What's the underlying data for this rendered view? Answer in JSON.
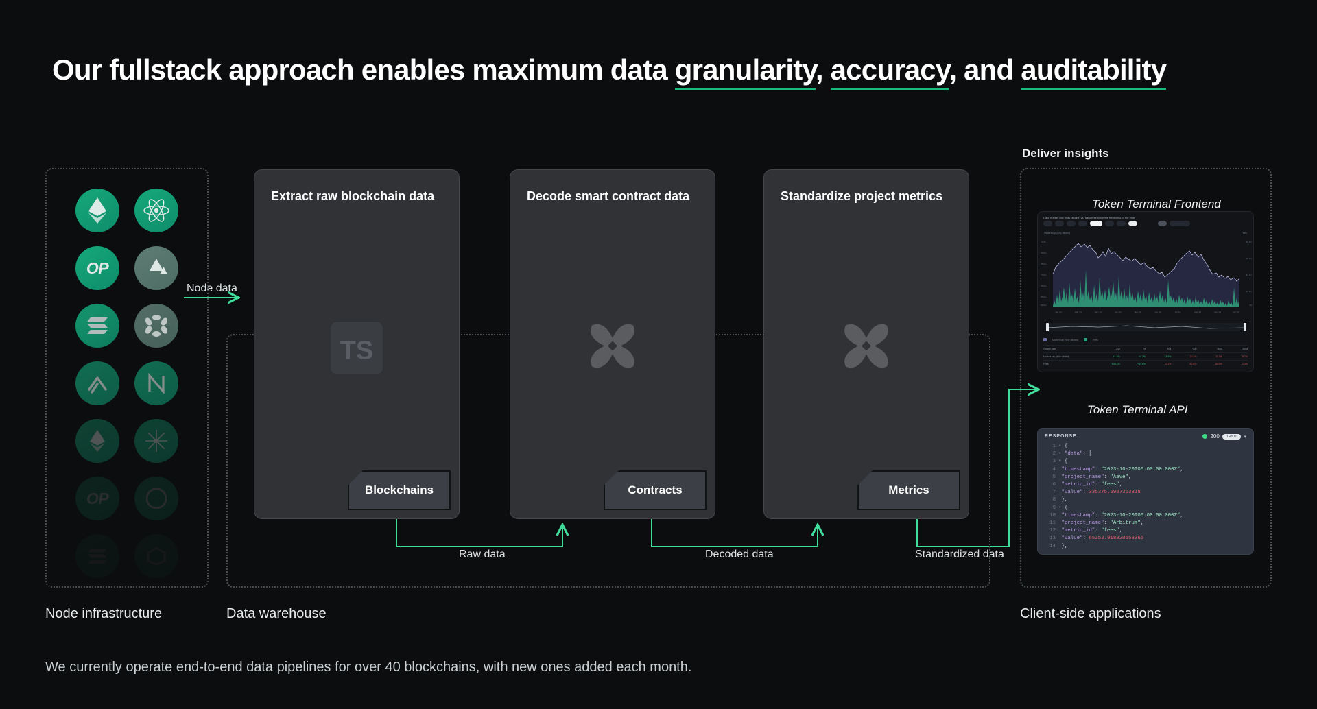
{
  "headline": {
    "before": "Our fullstack approach enables maximum data ",
    "u1": "granularity",
    "mid1": ", ",
    "u2": "accuracy",
    "mid2": ", and ",
    "u3": "auditability"
  },
  "groups": {
    "node_infrastructure": "Node infrastructure",
    "data_warehouse": "Data warehouse",
    "client_side": "Client-side applications",
    "deliver_insights": "Deliver insights"
  },
  "node_chips": [
    {
      "name": "ethereum-icon",
      "label": "Ethereum"
    },
    {
      "name": "cosmos-icon",
      "label": "Cosmos"
    },
    {
      "name": "optimism-icon",
      "label": "OP"
    },
    {
      "name": "avalanche-icon",
      "label": "Avalanche"
    },
    {
      "name": "solana-icon",
      "label": "Solana"
    },
    {
      "name": "polkadot-icon",
      "label": "Polkadot"
    },
    {
      "name": "arbitrum-icon",
      "label": "Arbitrum"
    },
    {
      "name": "near-icon",
      "label": "NEAR"
    },
    {
      "name": "ethereum-pow-icon",
      "label": "Ethereum PoW"
    },
    {
      "name": "starknet-icon",
      "label": "Starknet"
    },
    {
      "name": "optimism-faded-icon",
      "label": "OP"
    },
    {
      "name": "solana-faded-icon",
      "label": "Solana"
    },
    {
      "name": "base-icon",
      "label": "Base"
    },
    {
      "name": "polygon-icon",
      "label": "Polygon"
    }
  ],
  "cards": [
    {
      "title": "Extract raw blockchain data",
      "logo": "typescript-logo",
      "tag": "Blockchains"
    },
    {
      "title": "Decode smart contract data",
      "logo": "dbt-logo",
      "tag": "Contracts"
    },
    {
      "title": "Standardize project metrics",
      "logo": "dbt-logo",
      "tag": "Metrics"
    }
  ],
  "wires": {
    "node_data": "Node data",
    "raw_data": "Raw data",
    "decoded_data": "Decoded data",
    "standardized_data": "Standardized data"
  },
  "panels": {
    "frontend_caption": "Token Terminal Frontend",
    "api_caption": "Token Terminal API"
  },
  "frontend_shot": {
    "title": "Daily market cap (fully diluted) vs. daily fees since the beginning of the year",
    "range_pills": [
      "1D",
      "7D",
      "30D",
      "90D",
      "YTD",
      "365D",
      "MAX"
    ],
    "active_pill": "YTD",
    "compare_label": "Cumulative",
    "y_left_label": "Market cap (fully diluted)",
    "y_right_label": "Fees",
    "legend": [
      {
        "name": "Market cap (fully diluted)",
        "color": "#6d6fa8"
      },
      {
        "name": "Fees",
        "color": "#2e9e7e"
      }
    ],
    "x_ticks": [
      "Jan '23",
      "Feb '23",
      "Mar '23",
      "Apr '23",
      "May '23",
      "Jun '23",
      "Jul '23",
      "Aug '23",
      "Sep '23",
      "Oct '23"
    ],
    "table_header": [
      "Growth rate",
      "24h",
      "7d",
      "30d",
      "90d",
      "180d",
      "365d"
    ],
    "table_rows": [
      {
        "label": "Market cap (fully diluted)",
        "cells": [
          "+1.4%",
          "+1.2%",
          "+2.4%",
          "-20.1%",
          "-11.3%",
          "-9.7%"
        ]
      },
      {
        "label": "Fees",
        "cells": [
          "+144.4%",
          "+87.6%",
          "-2.1%",
          "-42.5%",
          "-63.6%",
          "-2.3%"
        ]
      }
    ]
  },
  "api_shot": {
    "response_label": "RESPONSE",
    "status_code": "200",
    "try_it": "TRY IT",
    "lines": [
      {
        "no": "1",
        "fold": true,
        "parts": [
          [
            "p",
            "{"
          ]
        ]
      },
      {
        "no": "2",
        "fold": true,
        "parts": [
          [
            "p",
            "  "
          ],
          [
            "k",
            "\"data\""
          ],
          [
            "p",
            ": ["
          ]
        ]
      },
      {
        "no": "3",
        "fold": true,
        "parts": [
          [
            "p",
            "    {"
          ]
        ]
      },
      {
        "no": "4",
        "fold": false,
        "parts": [
          [
            "p",
            "      "
          ],
          [
            "k",
            "\"timestamp\""
          ],
          [
            "p",
            ": "
          ],
          [
            "s",
            "\"2023-10-20T00:00:00.000Z\""
          ],
          [
            "p",
            ","
          ]
        ]
      },
      {
        "no": "5",
        "fold": false,
        "parts": [
          [
            "p",
            "      "
          ],
          [
            "k",
            "\"project_name\""
          ],
          [
            "p",
            ": "
          ],
          [
            "s",
            "\"Aave\""
          ],
          [
            "p",
            ","
          ]
        ]
      },
      {
        "no": "6",
        "fold": false,
        "parts": [
          [
            "p",
            "      "
          ],
          [
            "k",
            "\"metric_id\""
          ],
          [
            "p",
            ": "
          ],
          [
            "s",
            "\"fees\""
          ],
          [
            "p",
            ","
          ]
        ]
      },
      {
        "no": "7",
        "fold": false,
        "parts": [
          [
            "p",
            "      "
          ],
          [
            "k",
            "\"value\""
          ],
          [
            "p",
            ": "
          ],
          [
            "n",
            "335375.5987363318"
          ]
        ]
      },
      {
        "no": "8",
        "fold": false,
        "parts": [
          [
            "p",
            "    },"
          ]
        ]
      },
      {
        "no": "9",
        "fold": true,
        "parts": [
          [
            "p",
            "    {"
          ]
        ]
      },
      {
        "no": "10",
        "fold": false,
        "parts": [
          [
            "p",
            "      "
          ],
          [
            "k",
            "\"timestamp\""
          ],
          [
            "p",
            ": "
          ],
          [
            "s",
            "\"2023-10-20T00:00:00.000Z\""
          ],
          [
            "p",
            ","
          ]
        ]
      },
      {
        "no": "11",
        "fold": false,
        "parts": [
          [
            "p",
            "      "
          ],
          [
            "k",
            "\"project_name\""
          ],
          [
            "p",
            ": "
          ],
          [
            "s",
            "\"Arbitrum\""
          ],
          [
            "p",
            ","
          ]
        ]
      },
      {
        "no": "12",
        "fold": false,
        "parts": [
          [
            "p",
            "      "
          ],
          [
            "k",
            "\"metric_id\""
          ],
          [
            "p",
            ": "
          ],
          [
            "s",
            "\"fees\""
          ],
          [
            "p",
            ","
          ]
        ]
      },
      {
        "no": "13",
        "fold": false,
        "parts": [
          [
            "p",
            "      "
          ],
          [
            "k",
            "\"value\""
          ],
          [
            "p",
            ": "
          ],
          [
            "n",
            "65352.918820553365"
          ]
        ]
      },
      {
        "no": "14",
        "fold": false,
        "parts": [
          [
            "p",
            "    },"
          ]
        ]
      }
    ]
  },
  "footer": "We currently operate end-to-end data pipelines for over 40 blockchains, with new ones added each month.",
  "colors": {
    "background": "#0c0d0e",
    "accent_green": "#1db87c",
    "wire_green": "#3fdd9b",
    "card_bg": "#303236",
    "dotted_border": "#4a4f52"
  }
}
